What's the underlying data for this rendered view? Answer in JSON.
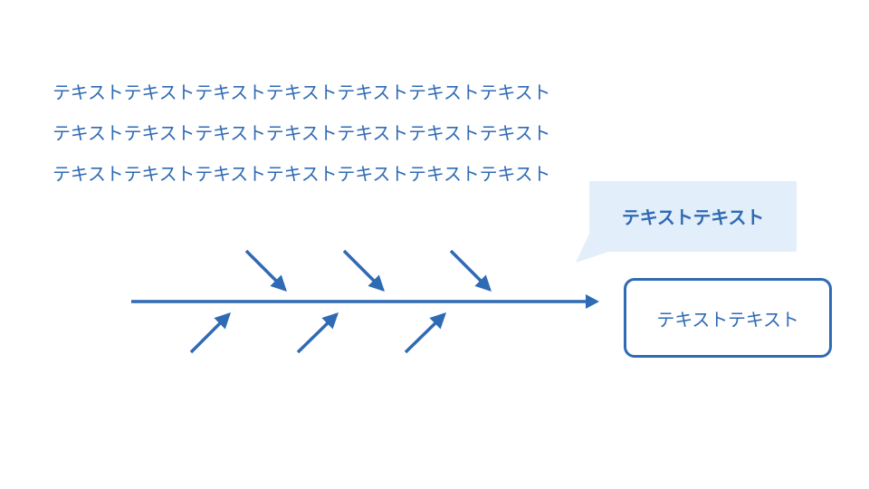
{
  "text_lines": [
    "テキストテキストテキストテキストテキストテキストテキスト",
    "テキストテキストテキストテキストテキストテキストテキスト",
    "テキストテキストテキストテキストテキストテキストテキスト"
  ],
  "callout": {
    "label": "テキストテキスト"
  },
  "result_box": {
    "label": "テキストテキスト"
  },
  "colors": {
    "accent": "#2f6ab4",
    "callout_fill": "#e2eef9",
    "background": "#ffffff"
  }
}
